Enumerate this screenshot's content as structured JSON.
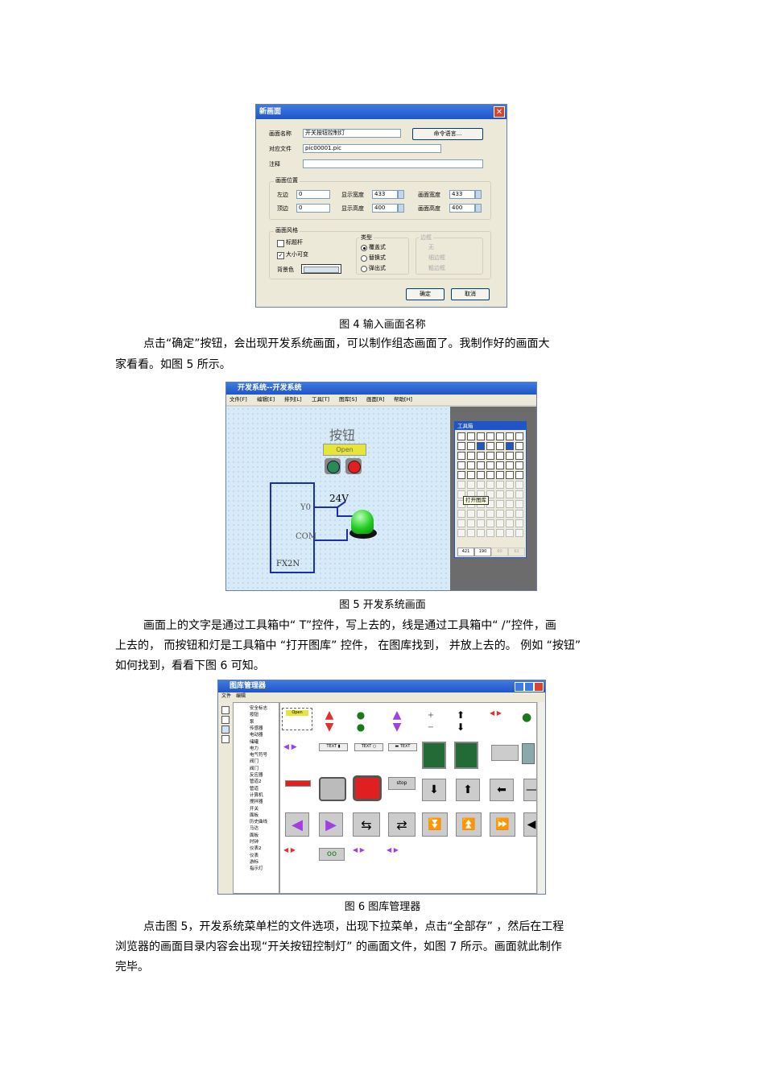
{
  "fig4": {
    "dialog_title": "新画面",
    "close_glyph": "✕",
    "name_label": "画面名称",
    "name_value": "开关按钮控制灯",
    "cmd_button": "命令语言...",
    "file_label": "对应文件",
    "file_value": "pic00001.pic",
    "note_label": "注释",
    "position_group": "画面位置",
    "left_label": "左边",
    "left_value": "0",
    "top_label": "顶边",
    "top_value": "0",
    "show_width_label": "显示宽度",
    "show_width_value": "433",
    "show_height_label": "显示高度",
    "show_height_value": "400",
    "canvas_width_label": "画面宽度",
    "canvas_width_value": "433",
    "canvas_height_label": "画面高度",
    "canvas_height_value": "400",
    "style_group": "画面风格",
    "titlebar_check": "标题杆",
    "resizable_check": "大小可变",
    "bgcolor_label": "背景色",
    "type_group": "类型",
    "type_options": [
      "覆盖式",
      "替换式",
      "弹出式"
    ],
    "border_group": "边框",
    "border_options": [
      "无",
      "细边框",
      "粗边框"
    ],
    "ok_button": "确定",
    "cancel_button": "取消",
    "caption": "图 4  输入画面名称"
  },
  "para1": {
    "line1": "点击“确定”按钮，会出现开发系统画面，可以制作组态画面了。我制作好的画面大",
    "line2": "家看看。如图   5 所示。"
  },
  "fig5": {
    "window_title": "开发系统--开发系统",
    "menu": [
      "文件[F]",
      "编辑[E]",
      "排列[L]",
      "工具[T]",
      "图库[S]",
      "画面[R]",
      "帮助[H]"
    ],
    "heading": "按钮",
    "open_label": "Open",
    "voltage": "24V",
    "y0": "Y0",
    "com": "COM",
    "plc": "FX2N",
    "toolbox_title": "工具箱",
    "tooltip": "打开图库",
    "status_values": [
      "421",
      "190",
      "60",
      "62"
    ],
    "caption": "图 5  开发系统画面"
  },
  "para2": {
    "line1": "画面上的文字是通过工具箱中“      T”控件，写上去的，线是通过工具箱中“      /”控件，画",
    "line2": "上去的，   而按钮和灯是工具箱中    “打开图库”   控件，   在图库找到，   并放上去的。   例如 “按钮”",
    "line3": "如何找到，看看下图     6 可知。"
  },
  "fig6": {
    "window_title": "图库管理器",
    "menu": [
      "文件",
      "编辑"
    ],
    "tree_items": [
      "安全标志",
      "按钮",
      "泵",
      "传感器",
      "电动器",
      "储罐",
      "电力",
      "电气符号",
      "阀门",
      "阀门",
      "反应器",
      "管道2",
      "管道",
      "计算机",
      "搅拌器",
      "开关",
      "面板",
      "历史曲线",
      "马达",
      "面板",
      "时钟",
      "仪表2",
      "仪表",
      "游标",
      "指示灯"
    ],
    "open_label": "Open",
    "stop_label": "stop",
    "text_label": "TEXT",
    "caption": "图 6  图库管理器"
  },
  "para3": {
    "line1": "点击图    5，开发系统菜单栏的文件选项，出现下拉菜单，点击“全部存”           ，然后在工程",
    "line2": "浏览器的画面目录内容会出现“开关按钮控制灯”          的画面文件，如图     7 所示。画面就此制作",
    "line3": "完毕。"
  },
  "colors": {
    "xp_blue": "#1f55c9",
    "canvas_bg": "#d6eaf8",
    "wire": "#1c2fa8",
    "lamp_green": "#22cc22",
    "button_red": "#e02020",
    "arrow_red": "#e03030",
    "arrow_purple": "#a040e0",
    "caption_gray": "#222222"
  }
}
